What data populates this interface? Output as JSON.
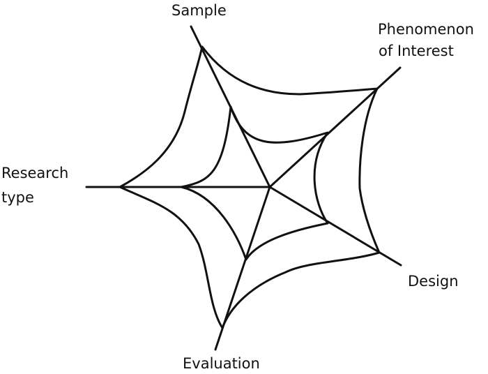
{
  "labels": {
    "sample": "Sample",
    "phenomenon_line1": "Phenomenon",
    "phenomenon_line2": "of Interest",
    "research_line1": "Research",
    "research_line2": "type",
    "design": "Design",
    "evaluation": "Evaluation"
  },
  "colors": {
    "ink": "#111111",
    "background": "#ffffff"
  }
}
